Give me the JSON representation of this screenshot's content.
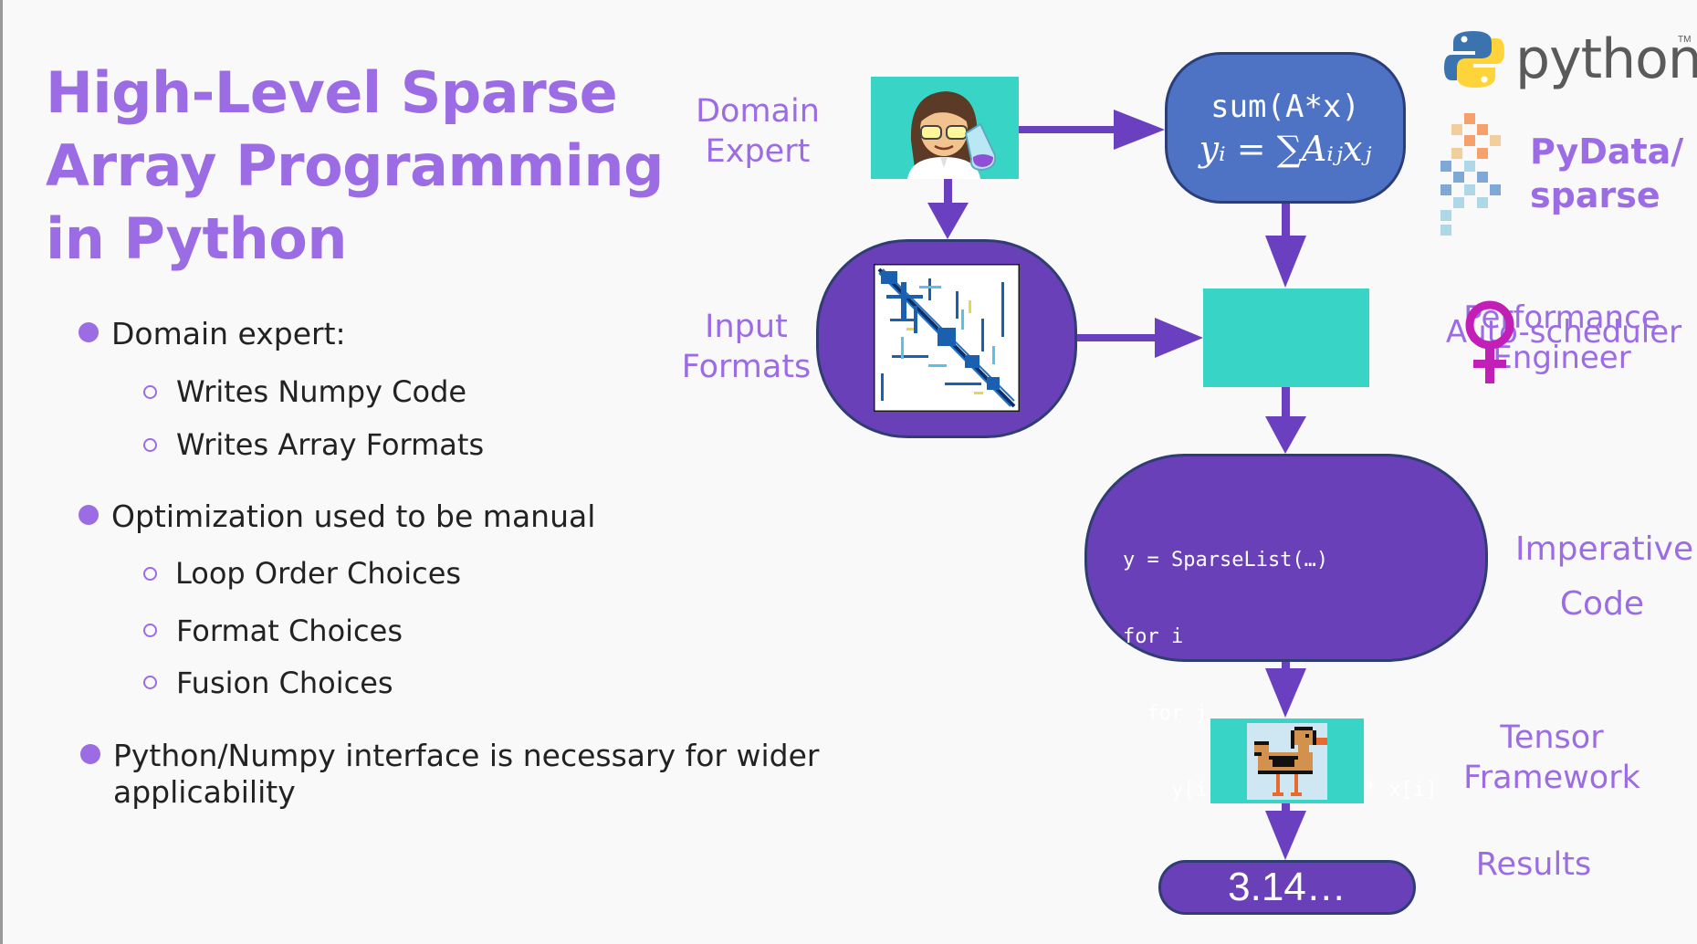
{
  "title": {
    "line1": "High-Level Sparse",
    "line2": "Array Programming",
    "line3": "in Python"
  },
  "bullets": {
    "b1": "Domain expert:",
    "b1_subs": [
      "Writes Numpy Code",
      "Writes Array Formats"
    ],
    "b2": "Optimization used to be manual",
    "b2_subs": [
      "Loop Order Choices",
      "Format Choices",
      "Fusion Choices"
    ],
    "b3_line1": "Python/Numpy interface is necessary for wider",
    "b3_line2": "applicability"
  },
  "labels": {
    "domain_expert_1": "Domain",
    "domain_expert_2": "Expert",
    "input_formats_1": "Input",
    "input_formats_2": "Formats",
    "performance_1": "Performance",
    "performance_2": "Engineer",
    "autoscheduler": "Auto-scheduler",
    "imperative_1": "Imperative",
    "imperative_2": "Code",
    "tensor_1": "Tensor",
    "tensor_2": "Framework",
    "results": "Results",
    "pydata_1": "PyData/",
    "pydata_2": "sparse",
    "python_word": "python",
    "tm": "TM"
  },
  "formula": {
    "code": "sum(A*x)",
    "math": "yᵢ = ∑Aᵢⱼxⱼ"
  },
  "code_lines": [
    "y = SparseList(…)",
    "for i",
    "  for j",
    "    y[i] += A[j, i] * x[i]"
  ],
  "result_value": "3.14…",
  "icons": {
    "scientist": "scientist-icon",
    "female": "female-sign-icon",
    "tensor": "pixel-duck-icon",
    "matrix": "sparse-matrix-icon"
  },
  "colors": {
    "accent": "#9b6ce3",
    "teal": "#38d5c6",
    "purple": "#6a40b8",
    "blue": "#4e73c5",
    "arrow": "#6a3fc0"
  }
}
